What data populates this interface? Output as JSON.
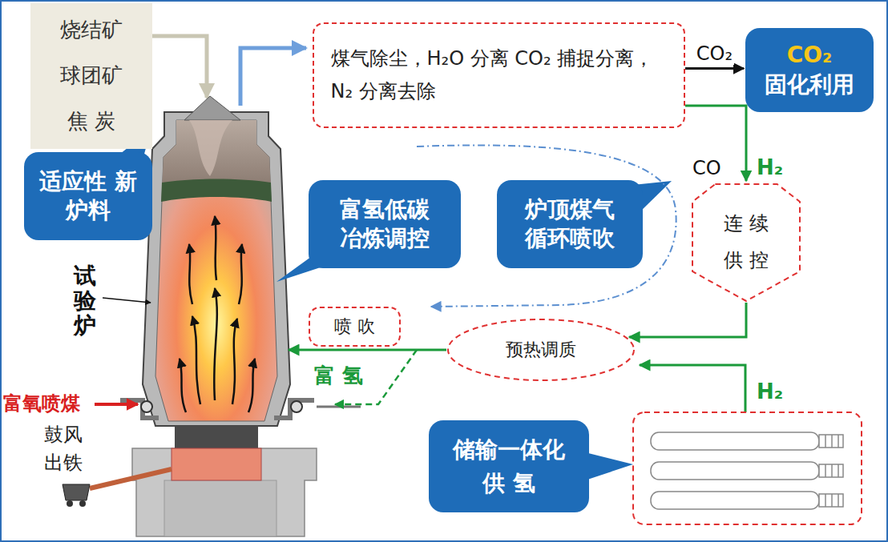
{
  "diagram": {
    "nodes": [
      {
        "text": [
          "烧结矿",
          "球团矿",
          "焦 炭"
        ]
      },
      {
        "text": [
          "适应性 新炉料"
        ]
      },
      {
        "text": [
          "煤气除尘，H₂O 分离 CO₂ 捕捉分离，N₂ 分离去除"
        ]
      },
      {
        "text": [
          "CO₂",
          "固化利用"
        ]
      },
      {
        "text": [
          "富氢低碳 冶炼调控"
        ]
      },
      {
        "text": [
          "炉顶煤气 循环喷吹"
        ]
      },
      {
        "text": [
          "连 续 供 控"
        ]
      },
      {
        "text": [
          "喷 吹"
        ]
      },
      {
        "text": [
          "预热调质"
        ]
      },
      {
        "text": [
          "储输一体化 供 氢"
        ]
      }
    ],
    "edges": [
      {
        "from": 2,
        "to": 3,
        "arrow": "to",
        "label": "CO₂"
      },
      {
        "from": 2,
        "to": 6,
        "arrow": "to"
      },
      {
        "from": 6,
        "to": 8,
        "arrow": "to"
      }
    ],
    "labels": [
      "试验炉",
      "富氧喷煤",
      "鼓风",
      "出铁",
      "CO",
      "H₂",
      "富 氢",
      "H₂"
    ]
  }
}
